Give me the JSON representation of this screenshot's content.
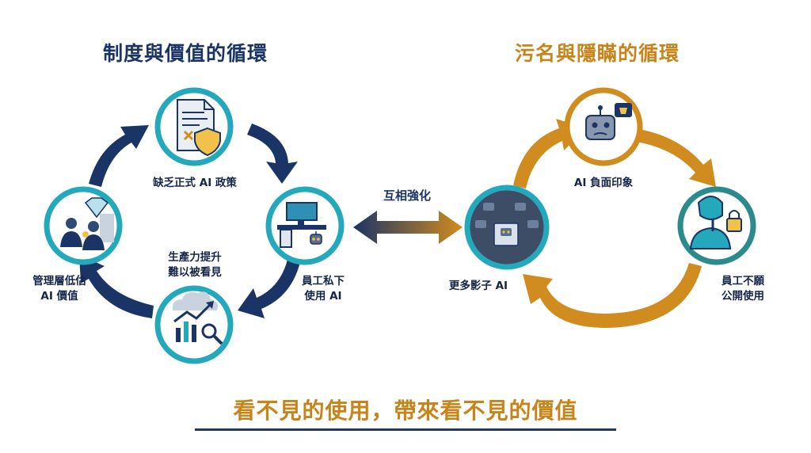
{
  "left_cycle": {
    "title": "制度與價值的循環",
    "nodes": {
      "policy": "缺乏正式 AI 政策",
      "private_use_1": "員工私下",
      "private_use_2": "使用 AI",
      "productivity_1": "生產力提升",
      "productivity_2": "難以被看見",
      "mgmt_1": "管理層低估",
      "mgmt_2": "AI 價值"
    }
  },
  "center": {
    "label": "互相強化",
    "shadow_ai": "更多影子 AI"
  },
  "right_cycle": {
    "title": "污名與隱瞞的循環",
    "nodes": {
      "negative": "AI 負面印象",
      "unwilling_1": "員工不願",
      "unwilling_2": "公開使用"
    }
  },
  "footer": "看不見的使用，帶來看不見的價值",
  "colors": {
    "navy": "#1b3466",
    "gold": "#d08c1e",
    "teal_ring": "#23a9bb",
    "footer_text": "#c7841a"
  },
  "icons": {
    "policy": "document-shield-icon",
    "desk": "desk-computer-robot-icon",
    "growth": "cloud-growth-chart-icon",
    "managers": "managers-diamond-icon",
    "shadow": "shadow-robots-icon",
    "negative": "robot-thumbs-down-icon",
    "secret": "person-shush-lock-icon"
  }
}
